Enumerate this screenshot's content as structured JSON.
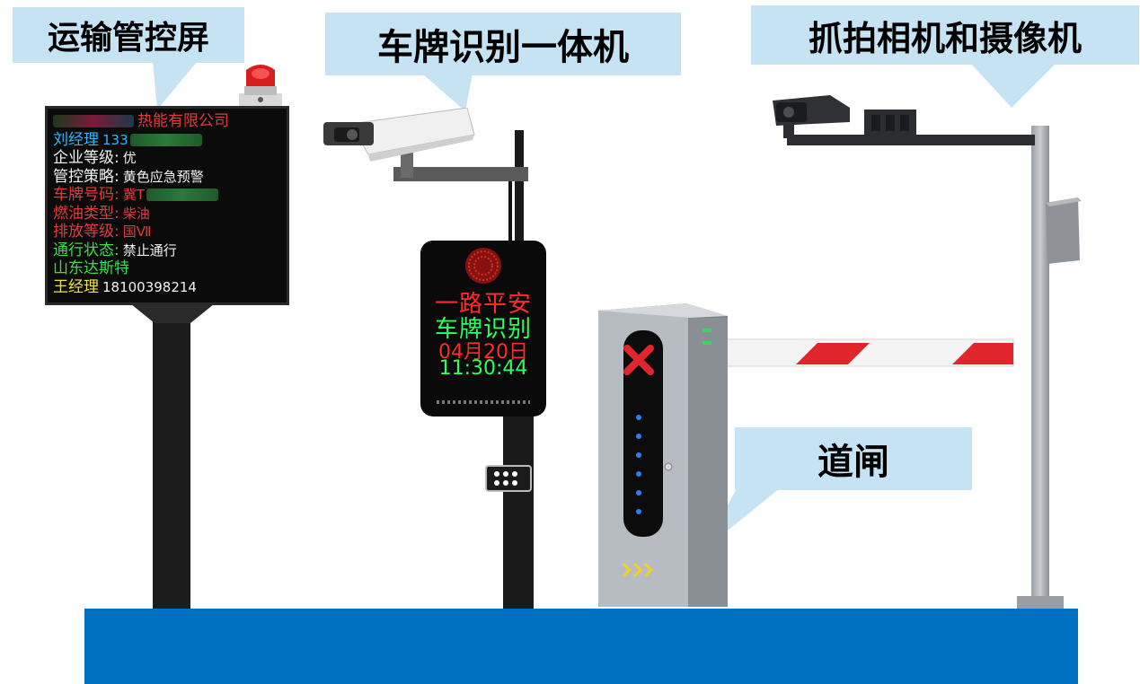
{
  "labels": {
    "transport_screen": "运输管控屏",
    "lpr_unit": "车牌识别一体机",
    "camera": "抓拍相机和摄像机",
    "barrier": "道闸"
  },
  "sign": {
    "lines": [
      {
        "label": "热能有限公司",
        "value": "",
        "color": "#e23a3a",
        "blur": true
      },
      {
        "label": "刘经理",
        "value": "133",
        "color": "#2ab7ff",
        "value_color": "#2ab7ff",
        "blur_after": true
      },
      {
        "label": "企业等级:",
        "value": "优",
        "color": "#f2f2f2",
        "value_color": "#f2f2f2"
      },
      {
        "label": "管控策略:",
        "value": "黄色应急预警",
        "color": "#f2f2f2",
        "value_color": "#f2f2f2"
      },
      {
        "label": "车牌号码:",
        "value": "冀T",
        "color": "#e23a3a",
        "value_color": "#e23a3a",
        "blur_after": true
      },
      {
        "label": "燃油类型:",
        "value": "柴油",
        "color": "#e23a3a",
        "value_color": "#e23a3a"
      },
      {
        "label": "排放等级:",
        "value": "国Ⅶ",
        "color": "#e23a3a",
        "value_color": "#e23a3a"
      },
      {
        "label": "通行状态:",
        "value": "禁止通行",
        "color": "#3ddc4a",
        "value_color": "#f2f2f2"
      },
      {
        "label": "山东达斯特",
        "value": "",
        "color": "#3ddc4a"
      },
      {
        "label": "王经理",
        "value": "18100398214",
        "color": "#f2e23a",
        "value_color": "#f2f2f2"
      }
    ]
  },
  "lpr": {
    "line1": "一路平安",
    "line2": "车牌识别",
    "line3": "04月20日",
    "line4": "11:30:44"
  },
  "colors": {
    "callout": "#c5e3f2",
    "base": "#0070c0",
    "red_led": "#ff2a2a",
    "green_led": "#2bff5a",
    "barrier_stripe": "#e0262c"
  }
}
